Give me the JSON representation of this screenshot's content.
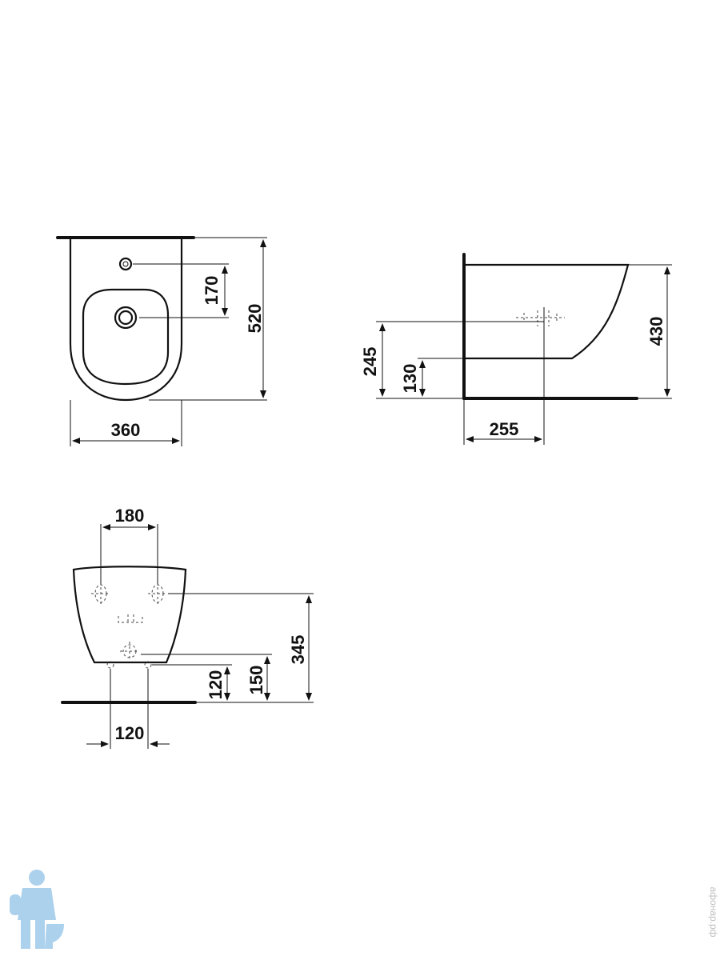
{
  "front_view": {
    "dims": {
      "height_total": "520",
      "tap_hole_offset": "170",
      "width": "360"
    }
  },
  "side_view": {
    "dims": {
      "projection_height": "430",
      "waste_height": "245",
      "inlet_height": "130",
      "depth": "255"
    }
  },
  "rear_view": {
    "dims": {
      "fixing_spacing_top": "180",
      "fixing_height": "345",
      "supply_height_120": "120",
      "supply_height_150": "150",
      "supply_spacing": "120"
    }
  },
  "watermark": {
    "text": "афонар.рф",
    "logo": "plumber-mascot-icon",
    "logo_color": "#9ec9ea"
  }
}
